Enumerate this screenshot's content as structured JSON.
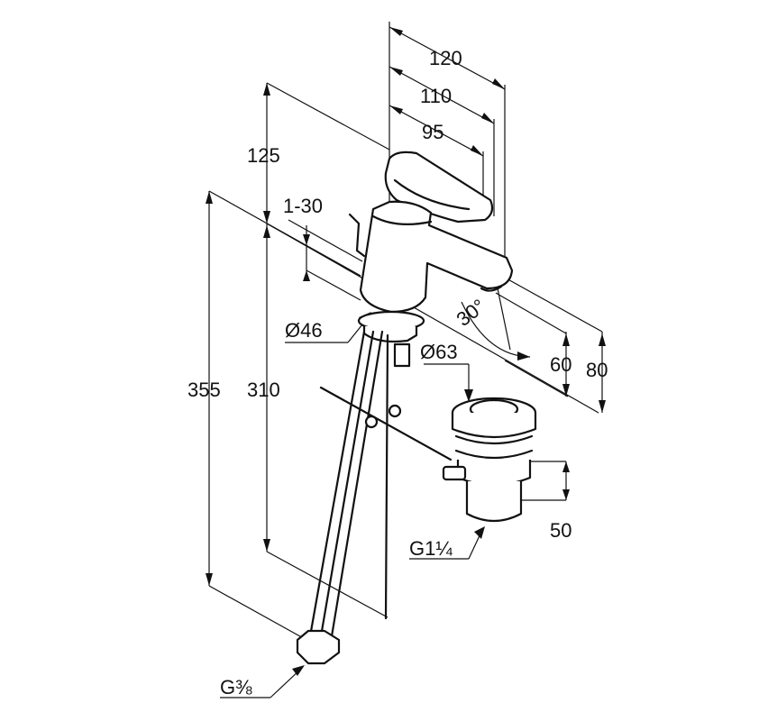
{
  "dimensions": {
    "d120": "120",
    "d110": "110",
    "d95": "95",
    "d125": "125",
    "d1_30": "1-30",
    "d30deg": "30°",
    "d46": "Ø46",
    "d63": "Ø63",
    "d60": "60",
    "d80": "80",
    "d355": "355",
    "d310": "310",
    "d50": "50",
    "g114": "G1¼",
    "g38": "G⅜"
  }
}
